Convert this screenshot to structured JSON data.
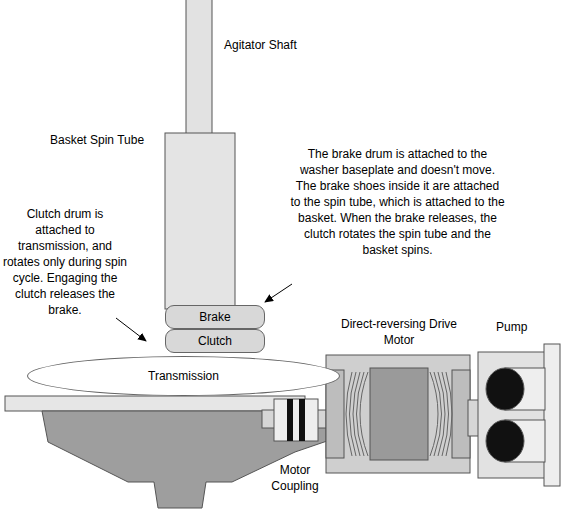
{
  "diagram": {
    "nodes": [
      {
        "text": [
          "Brake"
        ]
      },
      {
        "text": [
          "Clutch"
        ]
      },
      {
        "text": [
          "Transmission"
        ]
      }
    ],
    "labels": [
      "Agitator Shaft",
      "Basket Spin Tube",
      "The brake drum is attached to the washer baseplate and doesn't move. The brake shoes inside it are attached to the spin tube, which is attached to the basket. When the brake releases, the clutch rotates the spin tube and the basket spins.",
      "Clutch drum is attached to transmission, and rotates only during spin cycle. Engaging the clutch releases the brake.",
      "Direct-reversing Drive Motor",
      "Pump",
      "Motor Coupling"
    ]
  }
}
